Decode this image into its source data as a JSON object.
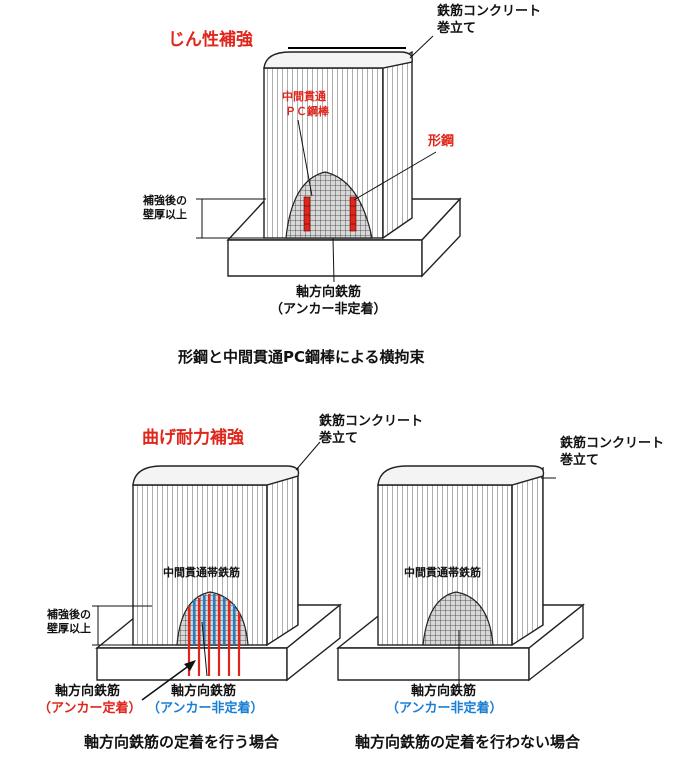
{
  "top": {
    "title": "じん性補強",
    "rc_label_l1": "鉄筋コンクリート",
    "rc_label_l2": "巻立て",
    "pc_label_l1": "中間貫通",
    "pc_label_l2": "ＰＣ鋼棒",
    "steel_label": "形鋼",
    "thickness_l1": "補強後の",
    "thickness_l2": "壁厚以上",
    "axial_l1": "軸方向鉄筋",
    "axial_l2": "（アンカー非定着）",
    "caption": "形鋼と中間貫通PC鋼棒による横拘束"
  },
  "bottom_left": {
    "title": "曲げ耐力補強",
    "rc_label_l1": "鉄筋コンクリート",
    "rc_label_l2": "巻立て",
    "tie_label": "中間貫通帯鉄筋",
    "thickness_l1": "補強後の",
    "thickness_l2": "壁厚以上",
    "axial_a_l1": "軸方向鉄筋",
    "axial_a_l2": "（アンカー定着）",
    "axial_b_l1": "軸方向鉄筋",
    "axial_b_l2": "（アンカー非定着）",
    "caption": "軸方向鉄筋の定着を行う場合"
  },
  "bottom_right": {
    "rc_label_l1": "鉄筋コンクリート",
    "rc_label_l2": "巻立て",
    "tie_label": "中間貫通帯鉄筋",
    "axial_l1": "軸方向鉄筋",
    "axial_l2": "（アンカー非定着）",
    "caption": "軸方向鉄筋の定着を行わない場合"
  },
  "colors": {
    "red": "#e0251b",
    "blue": "#1a7fd4",
    "line": "#222222"
  }
}
